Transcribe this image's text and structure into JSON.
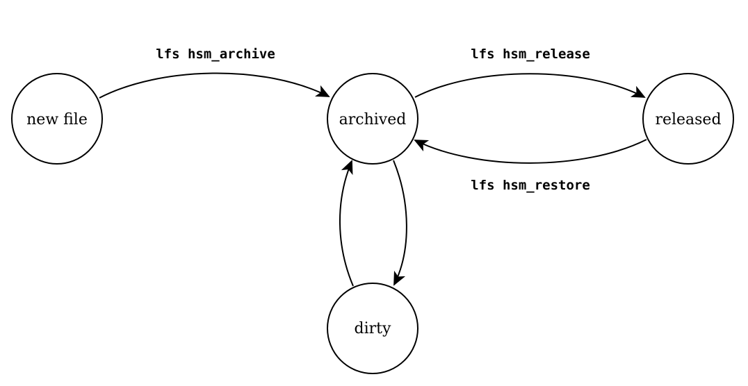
{
  "states": {
    "new_file": "new file",
    "archived": "archived",
    "released": "released",
    "dirty": "dirty"
  },
  "transitions": {
    "new_to_archived": "lfs hsm_archive",
    "archived_to_released": "lfs hsm_release",
    "released_to_archived": "lfs hsm_restore",
    "archived_to_dirty": "",
    "dirty_to_archived": ""
  }
}
